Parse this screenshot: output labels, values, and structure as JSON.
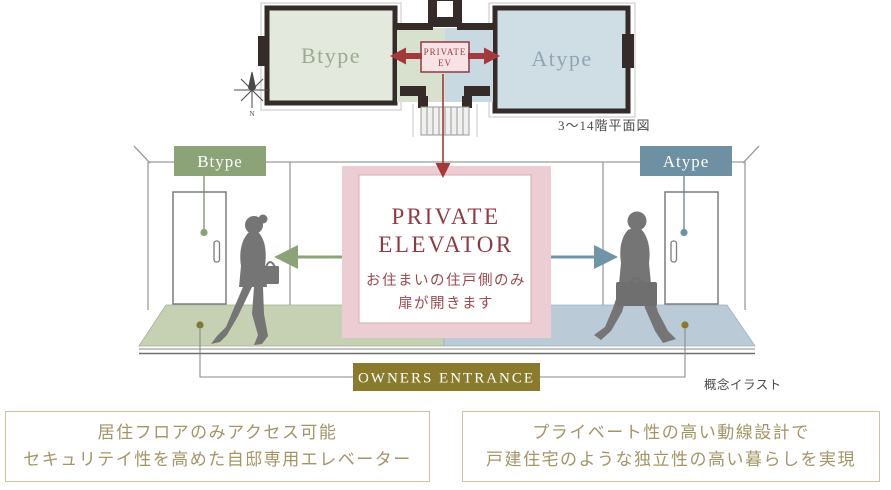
{
  "colors": {
    "plan_wall": "#352b28",
    "plan_room_green": "#e3eadd",
    "plan_room_blue": "#cfdde5",
    "btype_green": "#8ba377",
    "atype_blue": "#6e90a3",
    "elevator_pink": "#eccdd4",
    "accent_red": "#a4393b",
    "elevator_text_red": "#8e3a44",
    "owners_gold": "#8a7a2b",
    "floor_green": "#c6d1b3",
    "floor_blue": "#bacbd7",
    "feature_text": "#a49566",
    "silhouette_gray": "#757575"
  },
  "floor_plan": {
    "btype_label": "Btype",
    "atype_label": "Atype",
    "ev_line1": "PRIVATE",
    "ev_line2": "EV",
    "compass_label": "N",
    "caption": "3〜14階平面図"
  },
  "hallway": {
    "btype_label": "Btype",
    "atype_label": "Atype",
    "elevator_line1": "PRIVATE",
    "elevator_line2": "ELEVATOR",
    "elevator_note1": "お住まいの住戸側のみ",
    "elevator_note2": "扉が開きます",
    "owners_entrance": "OWNERS ENTRANCE",
    "caption": "概念イラスト"
  },
  "features": [
    {
      "line1": "居住フロアのみアクセス可能",
      "line2": "セキュリテイ性を高めた自邸専用エレベーター"
    },
    {
      "line1": "プライベート性の高い動線設計で",
      "line2": "戸建住宅のような独立性の高い暮らしを実現"
    }
  ]
}
